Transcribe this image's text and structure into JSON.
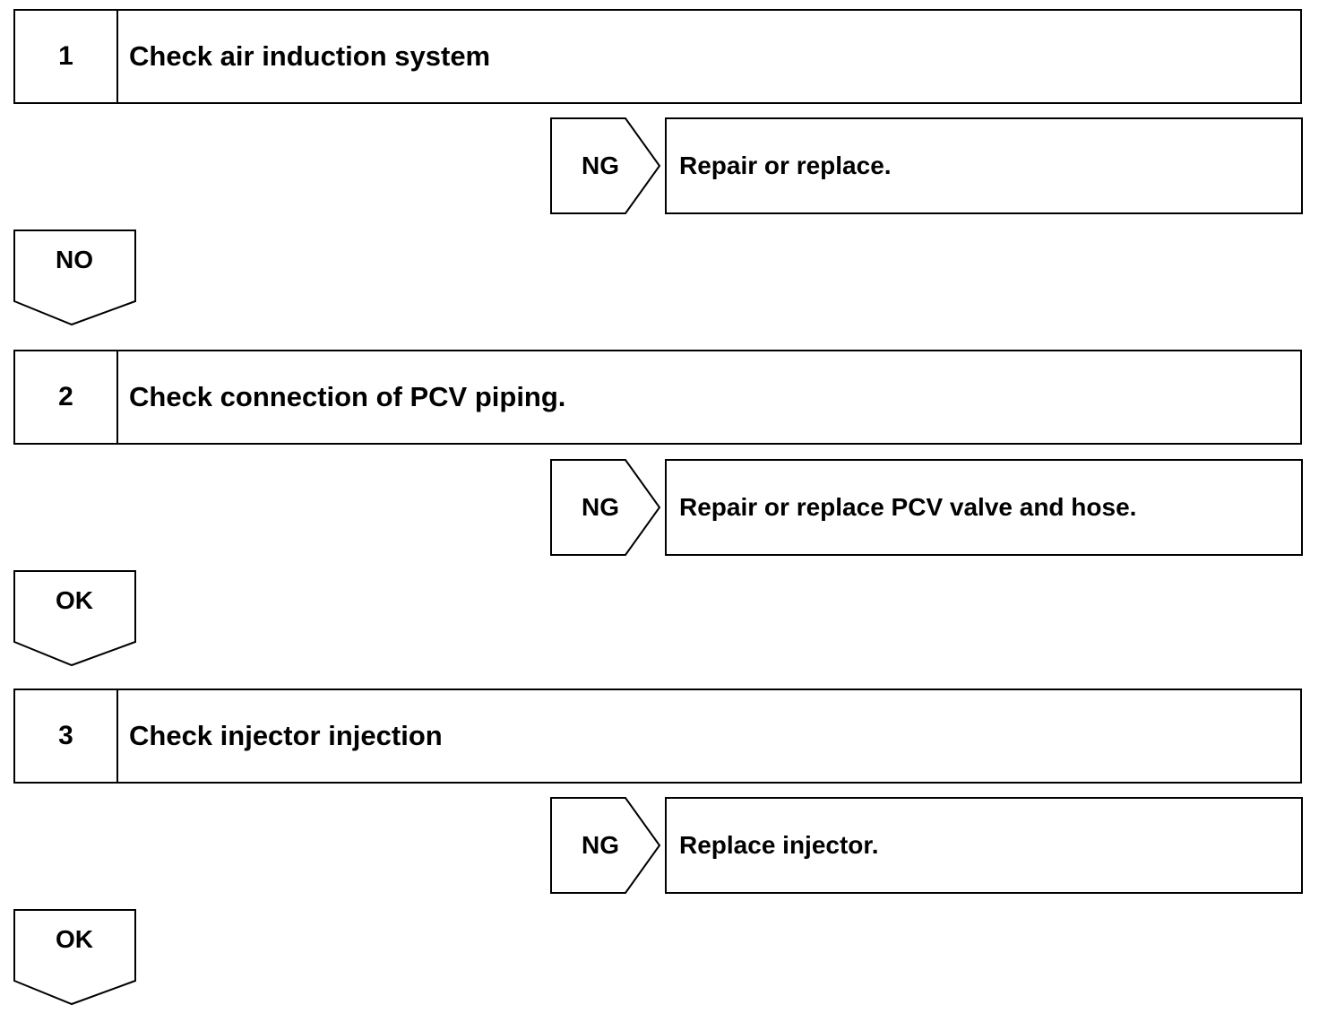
{
  "steps": [
    {
      "number": "1",
      "text": "Check air induction system",
      "ng_label": "NG",
      "ng_action": "Repair or replace.",
      "next_label": "NO"
    },
    {
      "number": "2",
      "text": "Check connection of PCV piping.",
      "ng_label": "NG",
      "ng_action": "Repair or replace PCV valve and hose.",
      "next_label": "OK"
    },
    {
      "number": "3",
      "text": "Check injector injection",
      "ng_label": "NG",
      "ng_action": "Replace injector.",
      "next_label": "OK"
    }
  ]
}
